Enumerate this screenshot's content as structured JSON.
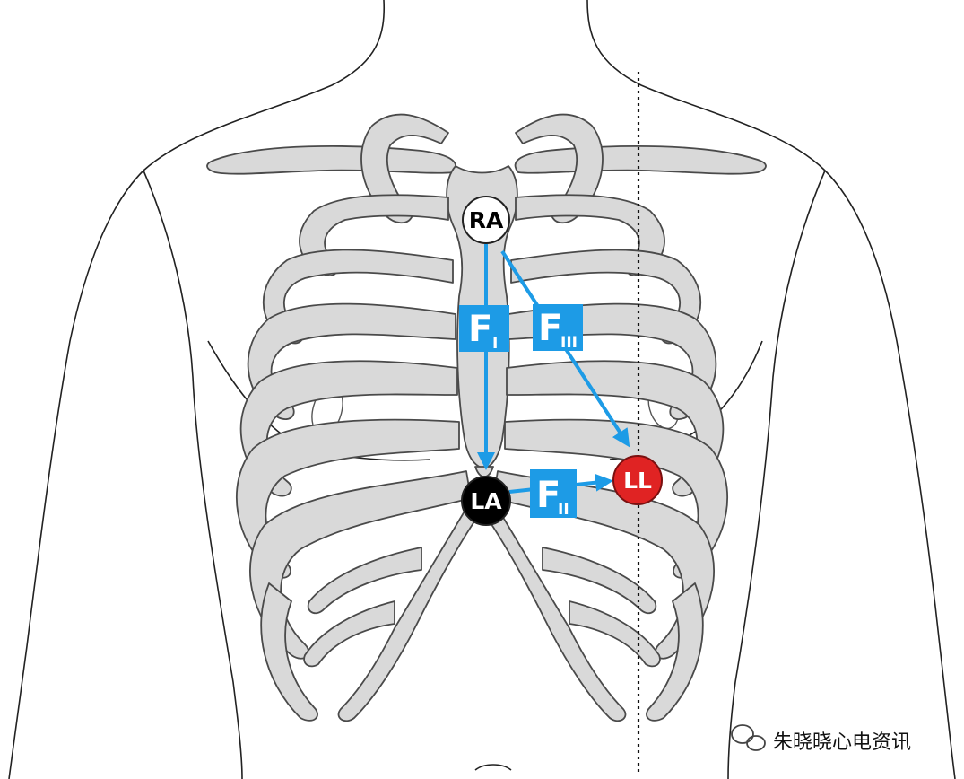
{
  "electrodes": {
    "ra": {
      "label": "RA",
      "fill": "#ffffff",
      "text_color": "#000000"
    },
    "la": {
      "label": "LA",
      "fill": "#000000",
      "text_color": "#ffffff"
    },
    "ll": {
      "label": "LL",
      "fill": "#e02323",
      "text_color": "#ffffff"
    }
  },
  "leads": {
    "lead_1": {
      "letter": "F",
      "sub": "I"
    },
    "lead_2": {
      "letter": "F",
      "sub": "II"
    },
    "lead_3": {
      "letter": "F",
      "sub": "III"
    }
  },
  "colors": {
    "lead_blue": "#1d9be6",
    "bone": "#d9d9d9",
    "bone_outline": "#4a4a4a",
    "body_outline": "#222222"
  },
  "watermark": {
    "text": "朱晓晓心电资讯",
    "icon": "wechat-icon"
  },
  "reference_line": "dotted-vertical-line"
}
